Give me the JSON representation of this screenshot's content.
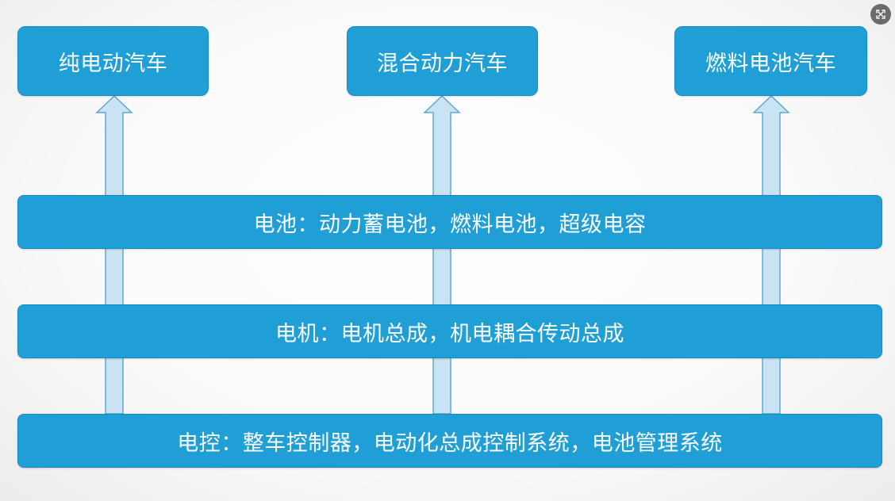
{
  "vehicles": [
    {
      "id": "bev",
      "label": "纯电动汽车"
    },
    {
      "id": "hev",
      "label": "混合动力汽车"
    },
    {
      "id": "fcev",
      "label": "燃料电池汽车"
    }
  ],
  "layers": {
    "battery": "电池：动力蓄电池，燃料电池，超级电容",
    "motor": "电机：电机总成，机电耦合传动总成",
    "control": "电控：整车控制器，电动化总成控制系统，电池管理系统"
  },
  "colors": {
    "box_fill": "#1f9fd6",
    "box_border": "#178ac0",
    "arrow_fill": "#c9e3f2",
    "arrow_stroke": "#5ea9d2"
  },
  "icons": {
    "close": "close-icon"
  }
}
